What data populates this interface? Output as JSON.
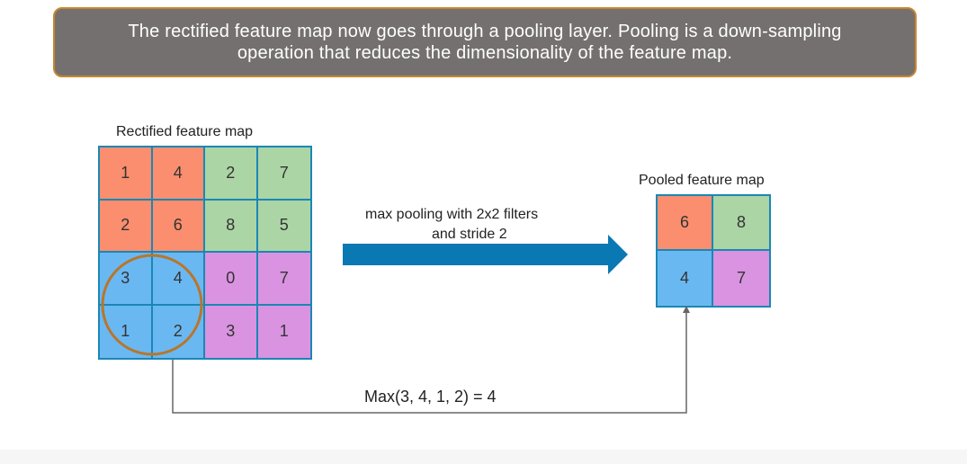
{
  "banner": {
    "line1": "The rectified feature map now goes through a pooling layer. Pooling is a down-sampling",
    "line2": "operation that reduces the dimensionality of the feature map."
  },
  "input_map": {
    "title": "Rectified feature map",
    "rows": [
      [
        "1",
        "4",
        "2",
        "7"
      ],
      [
        "2",
        "6",
        "8",
        "5"
      ],
      [
        "3",
        "4",
        "0",
        "7"
      ],
      [
        "1",
        "2",
        "3",
        "1"
      ]
    ]
  },
  "arrow_label": {
    "line1": "max pooling with 2x2 filters",
    "line2": "and stride 2"
  },
  "output_map": {
    "title": "Pooled feature map",
    "rows": [
      [
        "6",
        "8"
      ],
      [
        "4",
        "7"
      ]
    ]
  },
  "formula": "Max(3, 4, 1, 2) = 4",
  "colors": {
    "region_top_left": "#fa8e6e",
    "region_top_right": "#abd5a4",
    "region_bottom_left": "#6ab8f2",
    "region_bottom_right": "#d993e0",
    "grid_border": "#1a87b6",
    "arrow": "#0a78b2",
    "highlight_circle": "#b8762a",
    "banner_bg": "#757070",
    "banner_border": "#c8862e"
  }
}
